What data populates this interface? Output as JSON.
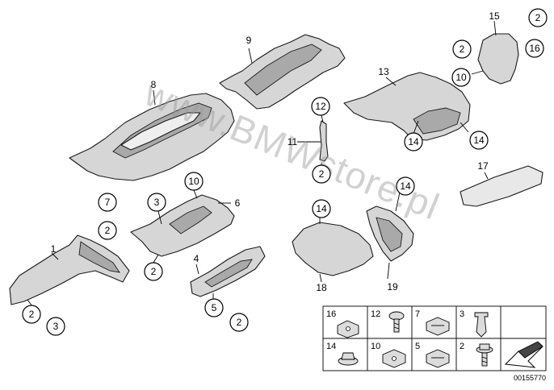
{
  "callouts": {
    "c_2_top_right": "2",
    "c_16_top_right": "16",
    "c_2_near15": "2",
    "c_10_near15": "10",
    "c_12": "12",
    "c_2_under11": "2",
    "c_14_13a": "14",
    "c_14_13b": "14",
    "c_10_left": "10",
    "c_3_left": "3",
    "c_2_part6": "2",
    "c_7": "7",
    "c_2_under7": "2",
    "c_14_18": "14",
    "c_14_19": "14",
    "c_5": "5",
    "c_2_part5": "2",
    "c_2_part1": "2",
    "c_3_part1": "3"
  },
  "labels": {
    "p1": "1",
    "p4": "4",
    "p6": "6",
    "p8": "8",
    "p9": "9",
    "p11": "11",
    "p13": "13",
    "p15": "15",
    "p17": "17",
    "p18": "18",
    "p19": "19"
  },
  "legend": {
    "cells": [
      {
        "label": "16",
        "icon": "spring-nut-icon"
      },
      {
        "label": "12",
        "icon": "screw-icon"
      },
      {
        "label": "7",
        "icon": "clip-nut-icon"
      },
      {
        "label": "3",
        "icon": "expanding-rivet-icon"
      },
      {
        "label": "14",
        "icon": "hex-nut-icon"
      },
      {
        "label": "10",
        "icon": "spring-nut-icon"
      },
      {
        "label": "5",
        "icon": "clip-nut-icon"
      },
      {
        "label": "2",
        "icon": "flange-screw-icon"
      }
    ],
    "arrow_icon": "arrow-icon"
  },
  "watermark": "www.BMWstore.pl",
  "document_number": "00155770"
}
